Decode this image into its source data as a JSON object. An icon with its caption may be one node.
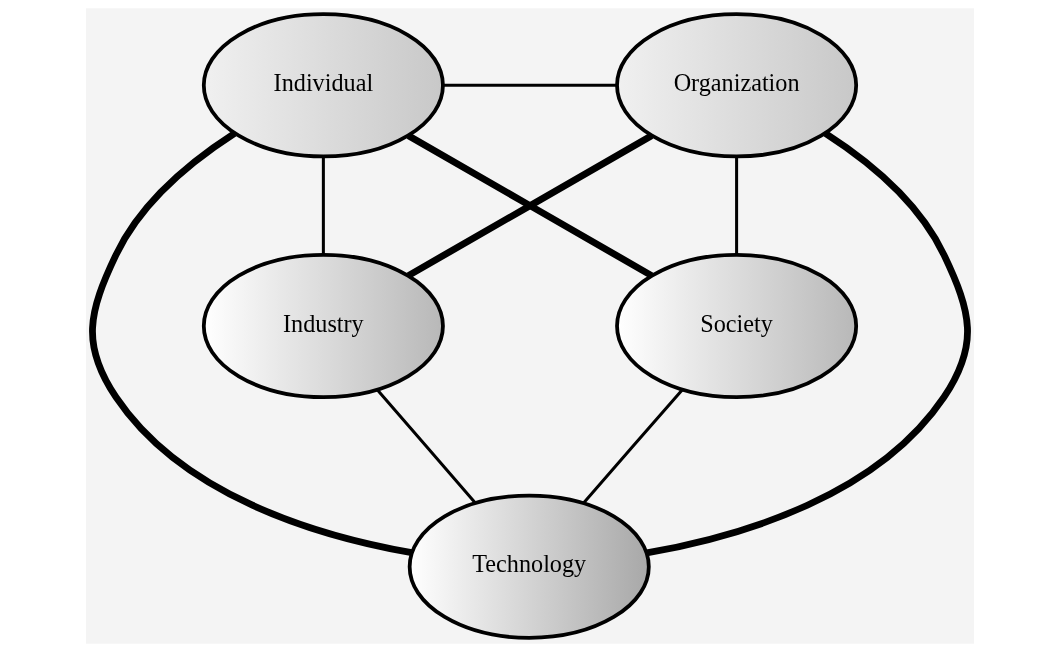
{
  "diagram": {
    "nodes": [
      {
        "text": [
          "Individual"
        ]
      },
      {
        "text": [
          "Organization"
        ]
      },
      {
        "text": [
          "Industry"
        ]
      },
      {
        "text": [
          "Society"
        ]
      },
      {
        "text": [
          "Technology"
        ]
      }
    ],
    "edges": [
      {
        "from": 0,
        "to": 1,
        "arrow": "none"
      },
      {
        "from": 0,
        "to": 2,
        "arrow": "none"
      },
      {
        "from": 0,
        "to": 4,
        "arrow": "none",
        "style": "thick"
      },
      {
        "from": 0,
        "to": 3,
        "arrow": "none",
        "style": "thick"
      },
      {
        "from": 1,
        "to": 2,
        "arrow": "none",
        "style": "thick"
      },
      {
        "from": 1,
        "to": 4,
        "arrow": "none",
        "style": "thick"
      },
      {
        "from": 1,
        "to": 3,
        "arrow": "none"
      },
      {
        "from": 2,
        "to": 4,
        "arrow": "none"
      },
      {
        "from": 3,
        "to": 4,
        "arrow": "none"
      }
    ]
  }
}
